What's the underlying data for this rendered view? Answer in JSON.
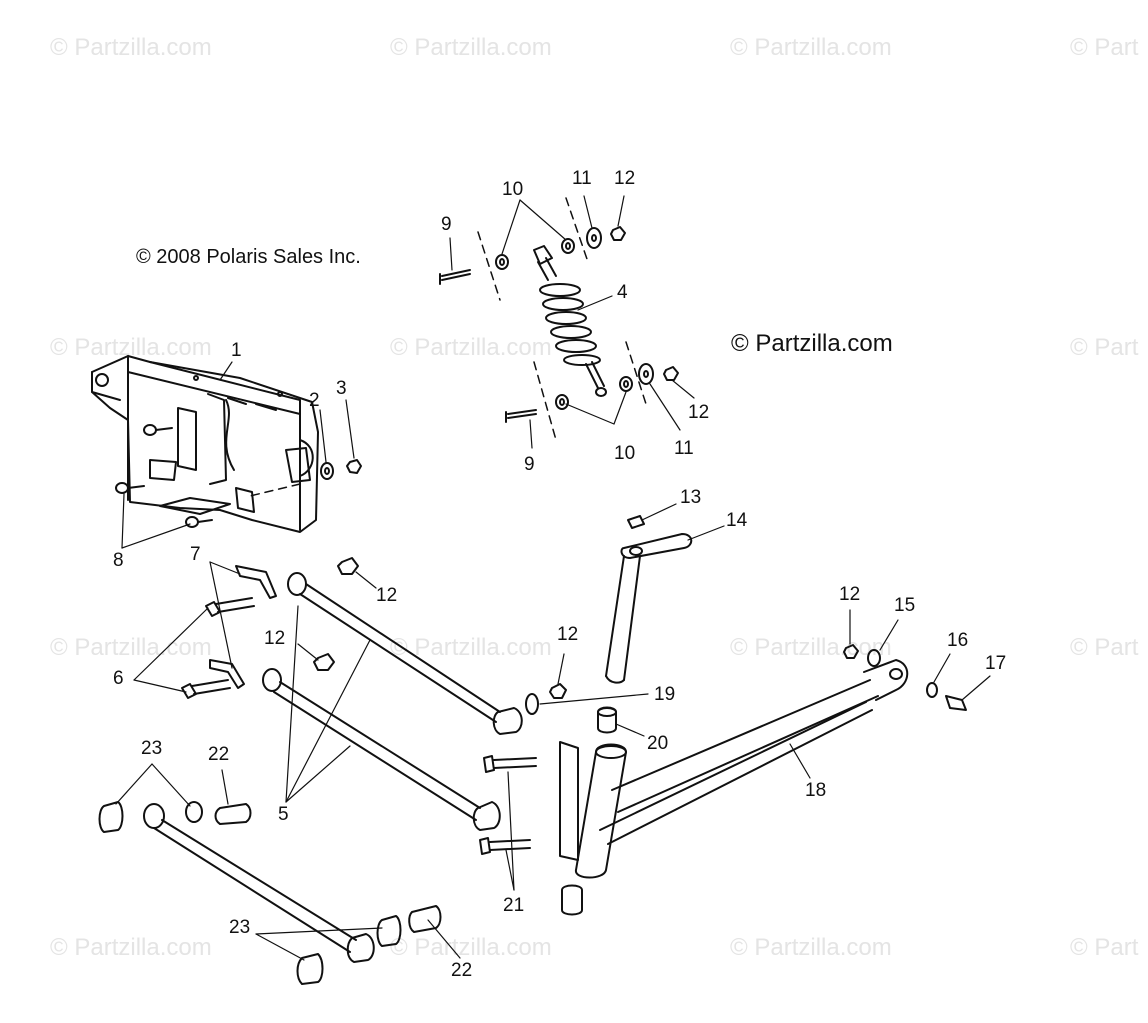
{
  "watermark": "© Partzilla.com",
  "watermark_partial": "© Part",
  "copyright_polaris": "© 2008 Polaris Sales Inc.",
  "copyright_partzilla": "© Partzilla.com",
  "callouts": {
    "c1": "1",
    "c2": "2",
    "c3": "3",
    "c4": "4",
    "c5": "5",
    "c6": "6",
    "c7": "7",
    "c8": "8",
    "c9a": "9",
    "c9b": "9",
    "c10a": "10",
    "c10b": "10",
    "c11a": "11",
    "c11b": "11",
    "c12a": "12",
    "c12b": "12",
    "c12c": "12",
    "c12d": "12",
    "c12e": "12",
    "c12f": "12",
    "c13": "13",
    "c14": "14",
    "c15": "15",
    "c16": "16",
    "c17": "17",
    "c18": "18",
    "c19": "19",
    "c20": "20",
    "c21": "21",
    "c22a": "22",
    "c22b": "22",
    "c23a": "23",
    "c23b": "23"
  }
}
